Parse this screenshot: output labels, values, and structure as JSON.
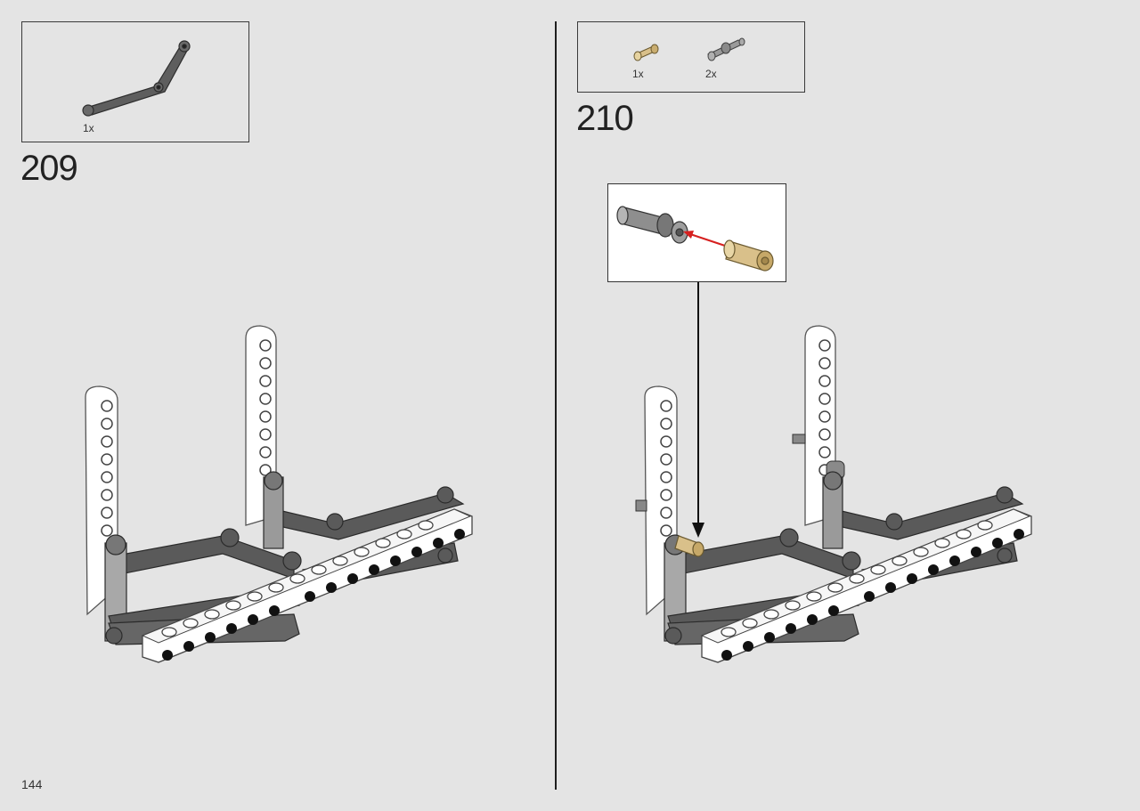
{
  "step_209": {
    "number": "209",
    "parts": [
      {
        "name": "angled-beam-part",
        "qty": "1x"
      }
    ]
  },
  "step_210": {
    "number": "210",
    "parts": [
      {
        "name": "tan-axle-pin-part",
        "qty": "1x"
      },
      {
        "name": "grey-axle-pin-part",
        "qty": "2x"
      }
    ]
  },
  "page_number": "144",
  "colors": {
    "background": "#e4e4e4",
    "dark_grey_part": "#5a5a5a",
    "white_beam": "#ffffff",
    "tan_pin": "#d9c08a",
    "arrow_red": "#d6201f"
  }
}
